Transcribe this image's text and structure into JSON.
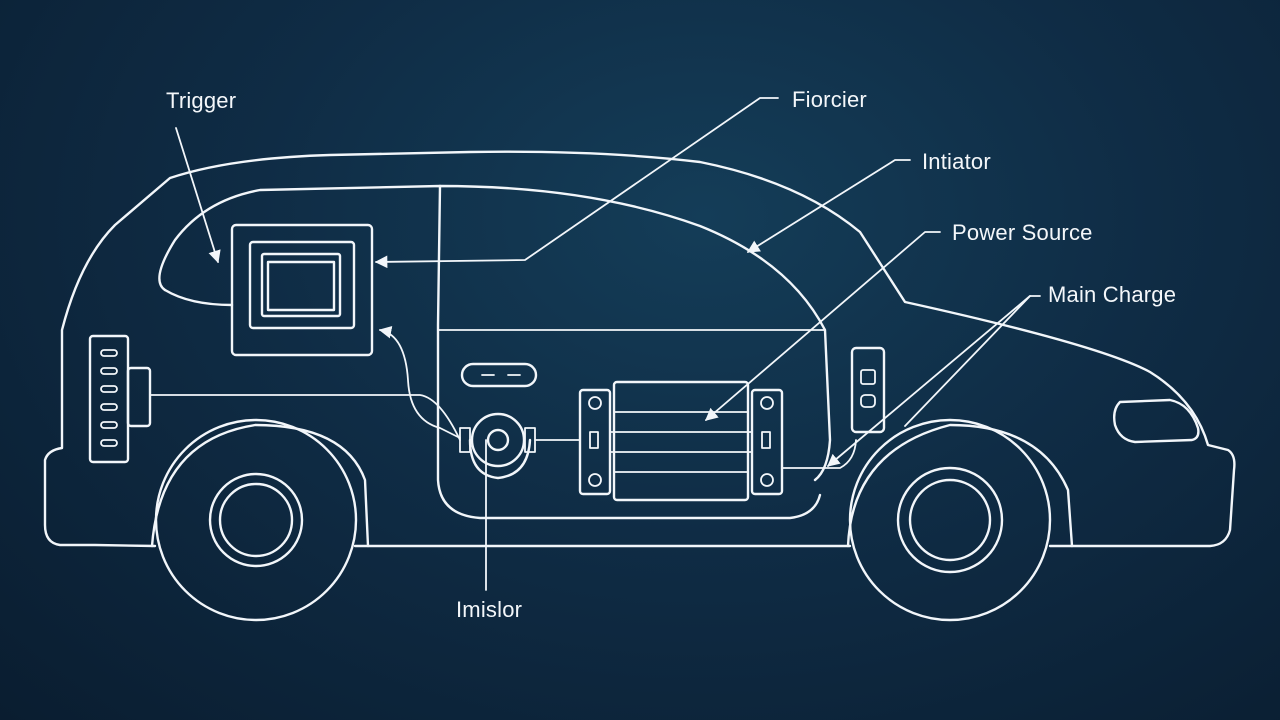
{
  "diagram": {
    "labels": {
      "trigger": "Trigger",
      "fiorcier": "Fiorcier",
      "initiator": "Intiator",
      "power_source": "Power Source",
      "main_charge": "Main Charge",
      "imislor": "Imislor"
    }
  }
}
